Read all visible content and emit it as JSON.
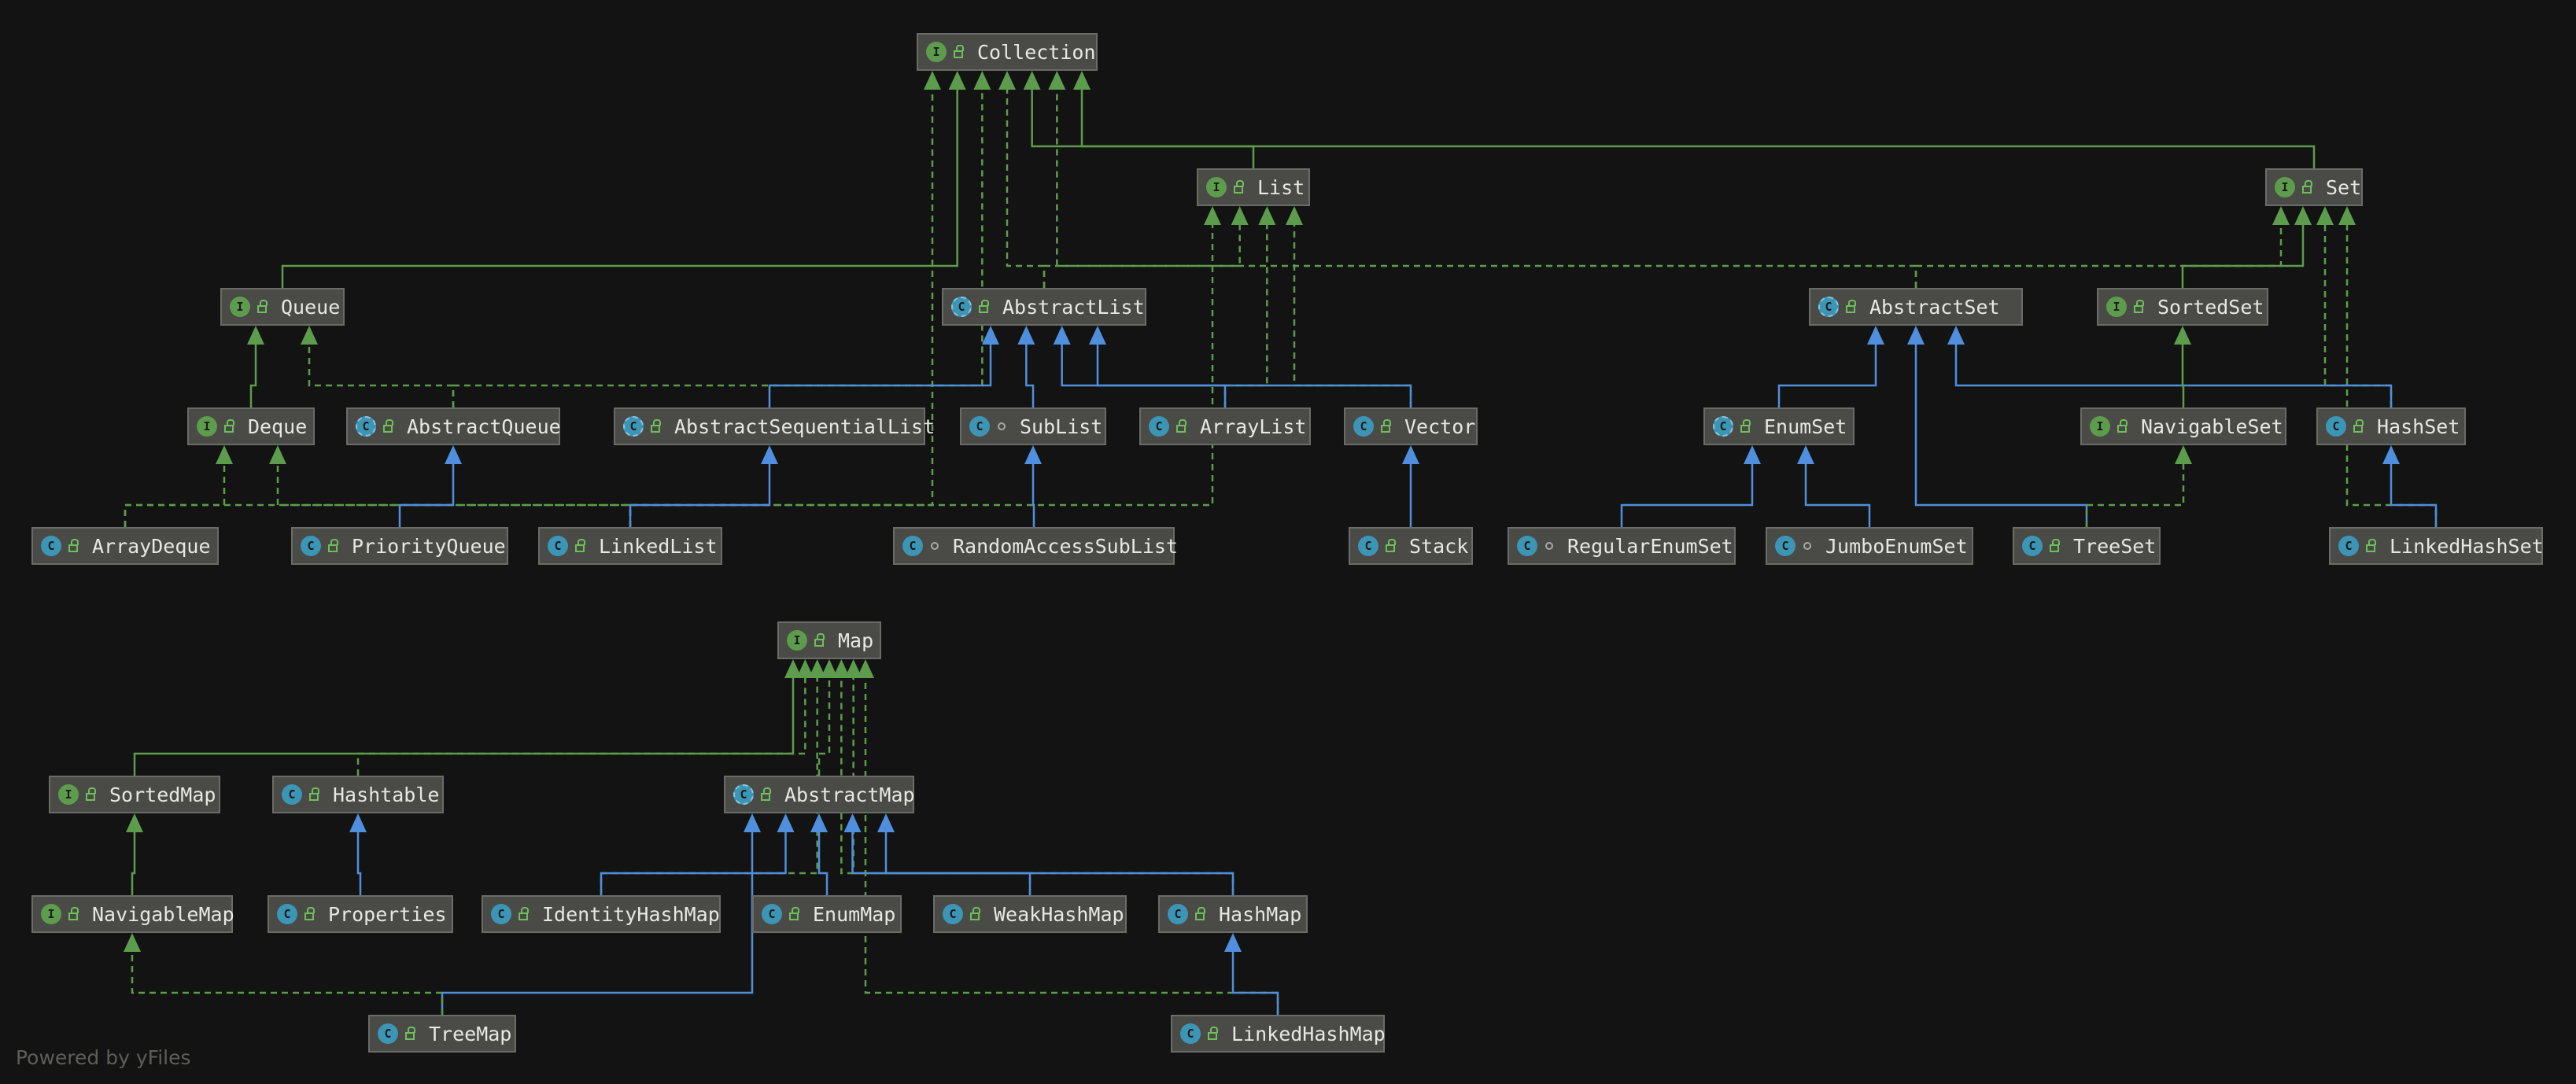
{
  "nodes": [
    {
      "id": "collection",
      "label": "Collection",
      "kind": "interface"
    },
    {
      "id": "list",
      "label": "List",
      "kind": "interface"
    },
    {
      "id": "set",
      "label": "Set",
      "kind": "interface"
    },
    {
      "id": "queue",
      "label": "Queue",
      "kind": "interface"
    },
    {
      "id": "abstractlist",
      "label": "AbstractList",
      "kind": "abstract"
    },
    {
      "id": "abstractset",
      "label": "AbstractSet",
      "kind": "abstract"
    },
    {
      "id": "sortedset",
      "label": "SortedSet",
      "kind": "interface"
    },
    {
      "id": "deque",
      "label": "Deque",
      "kind": "interface"
    },
    {
      "id": "abstractqueue",
      "label": "AbstractQueue",
      "kind": "abstract"
    },
    {
      "id": "abstractsequentiallist",
      "label": "AbstractSequentialList",
      "kind": "abstract"
    },
    {
      "id": "sublist",
      "label": "SubList",
      "kind": "class",
      "pkg": true
    },
    {
      "id": "arraylist",
      "label": "ArrayList",
      "kind": "class"
    },
    {
      "id": "vector",
      "label": "Vector",
      "kind": "class"
    },
    {
      "id": "enumset",
      "label": "EnumSet",
      "kind": "abstract"
    },
    {
      "id": "navigableset",
      "label": "NavigableSet",
      "kind": "interface"
    },
    {
      "id": "hashset",
      "label": "HashSet",
      "kind": "class"
    },
    {
      "id": "arraydeque",
      "label": "ArrayDeque",
      "kind": "class"
    },
    {
      "id": "priorityqueue",
      "label": "PriorityQueue",
      "kind": "class"
    },
    {
      "id": "linkedlist",
      "label": "LinkedList",
      "kind": "class"
    },
    {
      "id": "randomaccesssublist",
      "label": "RandomAccessSubList",
      "kind": "class",
      "pkg": true
    },
    {
      "id": "stack",
      "label": "Stack",
      "kind": "class"
    },
    {
      "id": "regularenumset",
      "label": "RegularEnumSet",
      "kind": "class",
      "pkg": true
    },
    {
      "id": "jumboenumset",
      "label": "JumboEnumSet",
      "kind": "class",
      "pkg": true
    },
    {
      "id": "treeset",
      "label": "TreeSet",
      "kind": "class"
    },
    {
      "id": "linkedhashset",
      "label": "LinkedHashSet",
      "kind": "class"
    },
    {
      "id": "map",
      "label": "Map",
      "kind": "interface"
    },
    {
      "id": "sortedmap",
      "label": "SortedMap",
      "kind": "interface"
    },
    {
      "id": "hashtable",
      "label": "Hashtable",
      "kind": "class"
    },
    {
      "id": "abstractmap",
      "label": "AbstractMap",
      "kind": "abstract"
    },
    {
      "id": "navigablemap",
      "label": "NavigableMap",
      "kind": "interface"
    },
    {
      "id": "properties",
      "label": "Properties",
      "kind": "class"
    },
    {
      "id": "identityhashmap",
      "label": "IdentityHashMap",
      "kind": "class"
    },
    {
      "id": "enummap",
      "label": "EnumMap",
      "kind": "class"
    },
    {
      "id": "weakhashmap",
      "label": "WeakHashMap",
      "kind": "class"
    },
    {
      "id": "hashmap",
      "label": "HashMap",
      "kind": "class"
    },
    {
      "id": "treemap",
      "label": "TreeMap",
      "kind": "class"
    },
    {
      "id": "linkedhashmap",
      "label": "LinkedHashMap",
      "kind": "class"
    }
  ],
  "edges": [
    {
      "from": "list",
      "to": "collection",
      "type": "extends-interface"
    },
    {
      "from": "set",
      "to": "collection",
      "type": "extends-interface"
    },
    {
      "from": "queue",
      "to": "collection",
      "type": "extends-interface"
    },
    {
      "from": "abstractlist",
      "to": "collection",
      "type": "implements"
    },
    {
      "from": "abstractset",
      "to": "collection",
      "type": "implements"
    },
    {
      "from": "abstractqueue",
      "to": "collection",
      "type": "implements"
    },
    {
      "from": "arraydeque",
      "to": "collection",
      "type": "implements"
    },
    {
      "from": "abstractlist",
      "to": "list",
      "type": "implements"
    },
    {
      "from": "arraylist",
      "to": "list",
      "type": "implements"
    },
    {
      "from": "vector",
      "to": "list",
      "type": "implements"
    },
    {
      "from": "linkedlist",
      "to": "list",
      "type": "implements"
    },
    {
      "from": "abstractset",
      "to": "set",
      "type": "implements"
    },
    {
      "from": "sortedset",
      "to": "set",
      "type": "extends-interface"
    },
    {
      "from": "hashset",
      "to": "set",
      "type": "implements"
    },
    {
      "from": "linkedhashset",
      "to": "set",
      "type": "implements"
    },
    {
      "from": "deque",
      "to": "queue",
      "type": "extends-interface"
    },
    {
      "from": "abstractqueue",
      "to": "queue",
      "type": "implements"
    },
    {
      "from": "arraydeque",
      "to": "deque",
      "type": "implements"
    },
    {
      "from": "linkedlist",
      "to": "deque",
      "type": "implements"
    },
    {
      "from": "priorityqueue",
      "to": "abstractqueue",
      "type": "extends"
    },
    {
      "from": "abstractsequentiallist",
      "to": "abstractlist",
      "type": "extends"
    },
    {
      "from": "sublist",
      "to": "abstractlist",
      "type": "extends"
    },
    {
      "from": "arraylist",
      "to": "abstractlist",
      "type": "extends"
    },
    {
      "from": "vector",
      "to": "abstractlist",
      "type": "extends"
    },
    {
      "from": "linkedlist",
      "to": "abstractsequentiallist",
      "type": "extends"
    },
    {
      "from": "randomaccesssublist",
      "to": "sublist",
      "type": "extends"
    },
    {
      "from": "stack",
      "to": "vector",
      "type": "extends"
    },
    {
      "from": "enumset",
      "to": "abstractset",
      "type": "extends"
    },
    {
      "from": "treeset",
      "to": "abstractset",
      "type": "extends"
    },
    {
      "from": "hashset",
      "to": "abstractset",
      "type": "extends"
    },
    {
      "from": "navigableset",
      "to": "sortedset",
      "type": "extends-interface"
    },
    {
      "from": "treeset",
      "to": "navigableset",
      "type": "implements"
    },
    {
      "from": "regularenumset",
      "to": "enumset",
      "type": "extends"
    },
    {
      "from": "jumboenumset",
      "to": "enumset",
      "type": "extends"
    },
    {
      "from": "linkedhashset",
      "to": "hashset",
      "type": "extends"
    },
    {
      "from": "sortedmap",
      "to": "map",
      "type": "extends-interface"
    },
    {
      "from": "hashtable",
      "to": "map",
      "type": "implements"
    },
    {
      "from": "abstractmap",
      "to": "map",
      "type": "implements"
    },
    {
      "from": "identityhashmap",
      "to": "map",
      "type": "implements"
    },
    {
      "from": "weakhashmap",
      "to": "map",
      "type": "implements"
    },
    {
      "from": "hashmap",
      "to": "map",
      "type": "implements"
    },
    {
      "from": "linkedhashmap",
      "to": "map",
      "type": "implements"
    },
    {
      "from": "navigablemap",
      "to": "sortedmap",
      "type": "extends-interface"
    },
    {
      "from": "properties",
      "to": "hashtable",
      "type": "extends"
    },
    {
      "from": "identityhashmap",
      "to": "abstractmap",
      "type": "extends"
    },
    {
      "from": "enummap",
      "to": "abstractmap",
      "type": "extends"
    },
    {
      "from": "weakhashmap",
      "to": "abstractmap",
      "type": "extends"
    },
    {
      "from": "hashmap",
      "to": "abstractmap",
      "type": "extends"
    },
    {
      "from": "treemap",
      "to": "abstractmap",
      "type": "extends"
    },
    {
      "from": "treemap",
      "to": "navigablemap",
      "type": "implements"
    },
    {
      "from": "linkedhashmap",
      "to": "hashmap",
      "type": "extends"
    }
  ],
  "colors": {
    "background": "#131313",
    "node_fill": "#4a4a47",
    "node_border": "#6b6b67",
    "text": "#e8e8e2",
    "interface_badge": "#5d9c4c",
    "class_badge": "#3d95b5",
    "interface_edge": "#5d9c4c",
    "class_edge": "#4f8fdd"
  },
  "footer": "Powered by yFiles"
}
